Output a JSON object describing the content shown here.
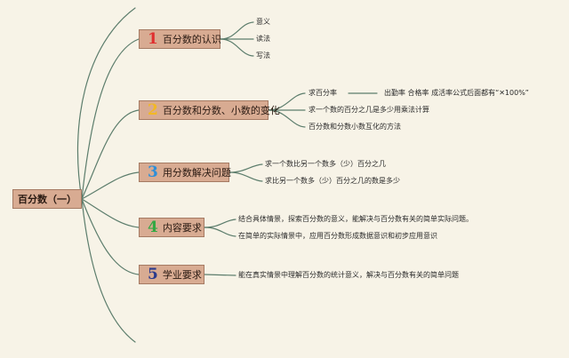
{
  "root": {
    "label": "百分数（一）"
  },
  "topics": [
    {
      "number": "1",
      "color": "#e02f2f",
      "label": "百分数的认识",
      "items": [
        "意义",
        "读法",
        "写法"
      ]
    },
    {
      "number": "2",
      "color": "#f2b825",
      "label": "百分数和分数、小数的变化",
      "items": [
        "求百分率",
        "求一个数的百分之几是多少用乘法计算",
        "百分数和分数小数互化的方法"
      ],
      "note": "出勤率 合格率 成活率公式后面都有“✕100%”"
    },
    {
      "number": "3",
      "color": "#2f8fd8",
      "label": "用分数解决问题",
      "items": [
        "求一个数比另一个数多（少）百分之几",
        "求比另一个数多（少）百分之几的数是多少"
      ]
    },
    {
      "number": "4",
      "color": "#34a844",
      "label": "内容要求",
      "items": [
        "结合具体情景，探索百分数的意义，能解决与百分数有关的简单实际问题。",
        "在简单的实际情景中，应用百分数形成数据意识和初步应用意识"
      ]
    },
    {
      "number": "5",
      "color": "#2b3a8c",
      "label": "学业要求",
      "items": [
        "能在真实情景中理解百分数的统计意义，解决与百分数有关的简单问题"
      ]
    }
  ],
  "colors": {
    "line": "#5c7d6c",
    "box_fill": "#d8ab92",
    "box_border": "#a57a63",
    "background": "#f7f3e7"
  }
}
